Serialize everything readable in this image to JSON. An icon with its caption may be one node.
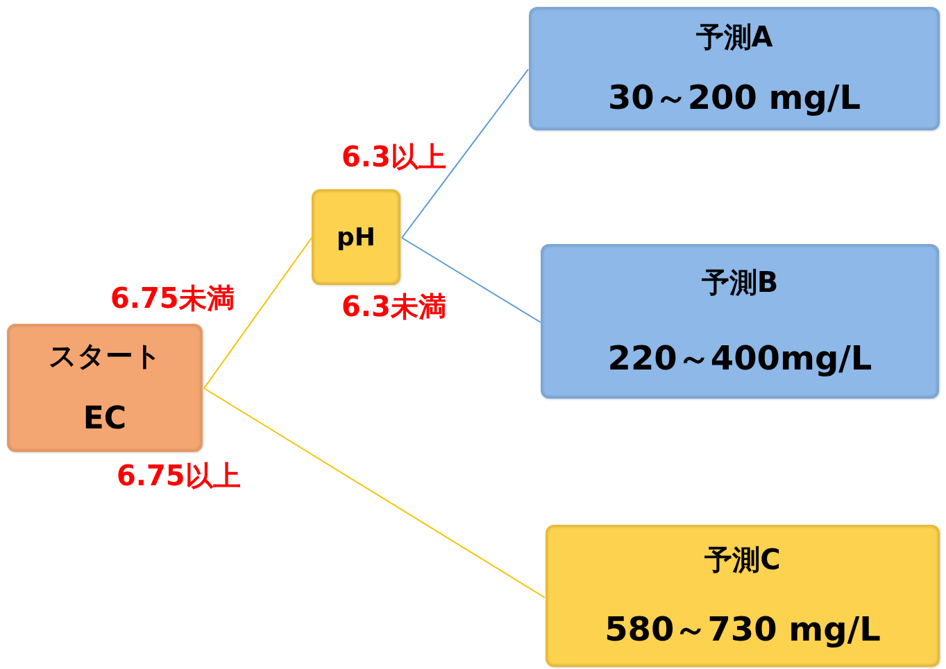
{
  "diagram": {
    "nodes": [
      {
        "text": [
          "スタート",
          "EC"
        ]
      },
      {
        "text": [
          "pH"
        ]
      },
      {
        "text": [
          "予測A",
          "30～200 mg/L"
        ]
      },
      {
        "text": [
          "予測B",
          "220～400mg/L"
        ]
      },
      {
        "text": [
          "予測C",
          "580～730 mg/L"
        ]
      }
    ],
    "edges": [
      {
        "from": 0,
        "to": 1,
        "arrow": "none",
        "label": "6.75未満",
        "color": "#f5c400"
      },
      {
        "from": 0,
        "to": 4,
        "arrow": "none",
        "label": "6.75以上",
        "color": "#f5c400"
      },
      {
        "from": 1,
        "to": 2,
        "arrow": "none",
        "label": "6.3以上",
        "color": "#5b9bd5"
      },
      {
        "from": 1,
        "to": 3,
        "arrow": "none",
        "label": "6.3未満",
        "color": "#5b9bd5"
      }
    ]
  }
}
